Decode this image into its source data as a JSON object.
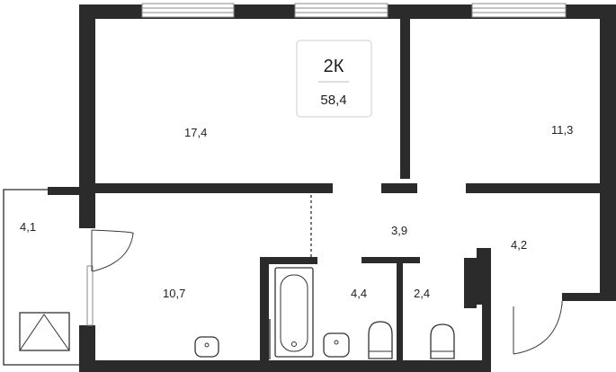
{
  "apartment": {
    "type": "2К",
    "total_area": "58,4"
  },
  "rooms": [
    {
      "id": "room-1",
      "area": "17,4"
    },
    {
      "id": "room-2",
      "area": "11,3"
    },
    {
      "id": "balcony",
      "area": "4,1"
    },
    {
      "id": "kitchen",
      "area": "10,7"
    },
    {
      "id": "hall",
      "area": "3,9"
    },
    {
      "id": "entry",
      "area": "4,2"
    },
    {
      "id": "bathroom",
      "area": "4,4"
    },
    {
      "id": "toilet",
      "area": "2,4"
    }
  ]
}
